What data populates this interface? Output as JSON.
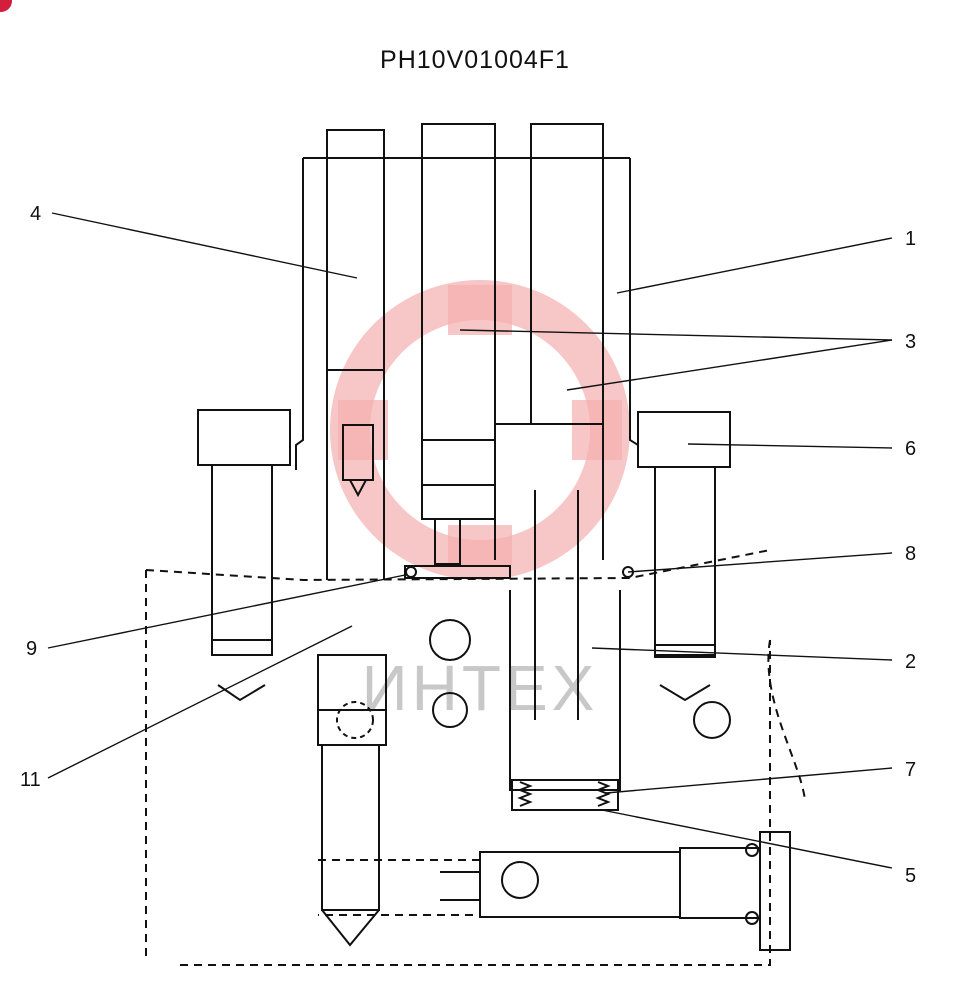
{
  "title": "PH10V01004F1",
  "watermark": "ИНТЕХ",
  "colors": {
    "line": "#111111",
    "watermark": "#f4a6a6",
    "corner_mark": "#d21f3c"
  },
  "callouts": [
    {
      "id": "c1",
      "label": "1"
    },
    {
      "id": "c3",
      "label": "3"
    },
    {
      "id": "c6",
      "label": "6"
    },
    {
      "id": "c8",
      "label": "8"
    },
    {
      "id": "c2",
      "label": "2"
    },
    {
      "id": "c7",
      "label": "7"
    },
    {
      "id": "c5",
      "label": "5"
    },
    {
      "id": "c4",
      "label": "4"
    },
    {
      "id": "c9",
      "label": "9"
    },
    {
      "id": "c11",
      "label": "11"
    }
  ]
}
